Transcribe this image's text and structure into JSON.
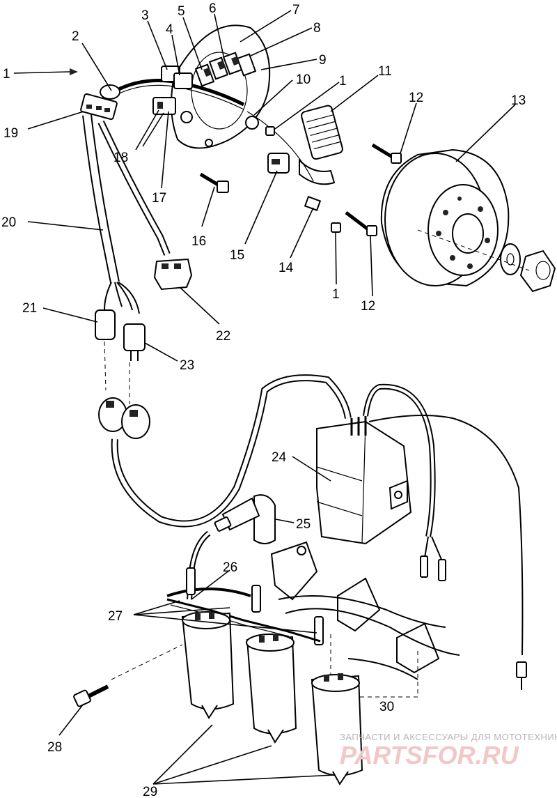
{
  "callouts": [
    {
      "id": "1"
    },
    {
      "id": "2"
    },
    {
      "id": "3"
    },
    {
      "id": "4"
    },
    {
      "id": "5"
    },
    {
      "id": "6"
    },
    {
      "id": "7"
    },
    {
      "id": "8"
    },
    {
      "id": "9"
    },
    {
      "id": "10"
    },
    {
      "id": "1"
    },
    {
      "id": "11"
    },
    {
      "id": "12"
    },
    {
      "id": "13"
    },
    {
      "id": "19"
    },
    {
      "id": "18"
    },
    {
      "id": "17"
    },
    {
      "id": "16"
    },
    {
      "id": "15"
    },
    {
      "id": "14"
    },
    {
      "id": "1"
    },
    {
      "id": "12"
    },
    {
      "id": "20"
    },
    {
      "id": "21"
    },
    {
      "id": "22"
    },
    {
      "id": "23"
    },
    {
      "id": "24"
    },
    {
      "id": "25"
    },
    {
      "id": "26"
    },
    {
      "id": "27"
    },
    {
      "id": "28"
    },
    {
      "id": "29"
    },
    {
      "id": "30"
    }
  ],
  "watermark": {
    "tagline": "ЗАПЧАСТИ И АКСЕССУАРЫ ДЛЯ МОТОТЕХНИКИ",
    "brand": "PARTSFOR.RU"
  }
}
